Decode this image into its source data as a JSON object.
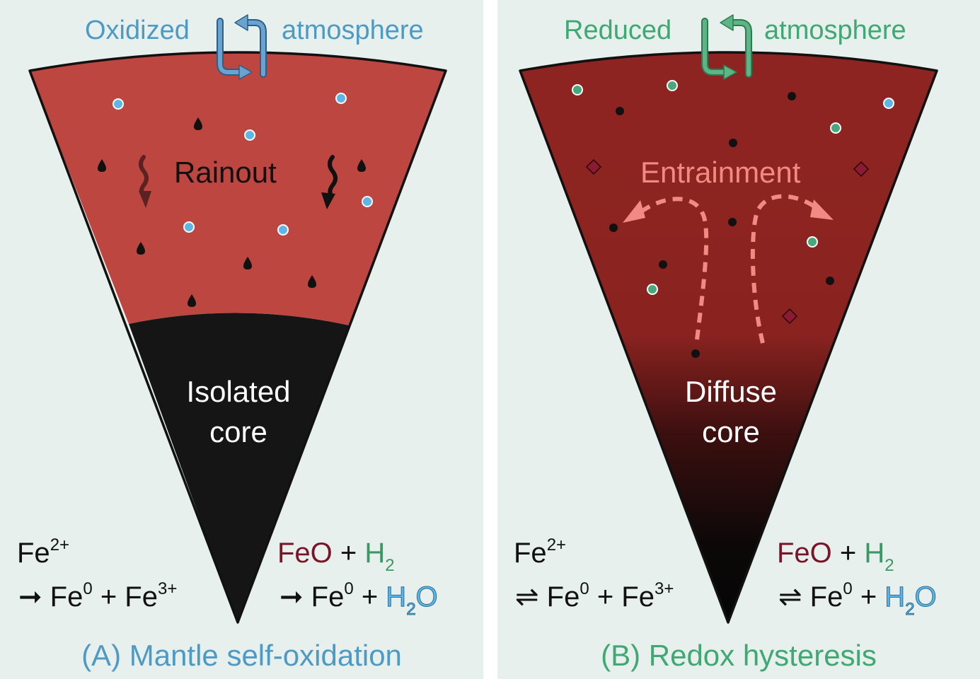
{
  "colors": {
    "panel_bg": "#e7f0ed",
    "oxidized_mantle": "#bd4740",
    "reduced_mantle": "#8e2421",
    "core": "#151515",
    "fe3_dot": "#5fb6e6",
    "h2_dot": "#4aa77b",
    "ferric_diamond": "#8a1b32",
    "label_blue": "#4d9bc5",
    "label_green": "#3fa873",
    "entrainment": "#f08a82"
  },
  "panel_a": {
    "atmosphere_left": "Oxidized",
    "atmosphere_right": "atmosphere",
    "process_label": "Rainout",
    "core_line1": "Isolated",
    "core_line2": "core",
    "eq1": {
      "fe": "Fe",
      "fe_sup": "2+",
      "arrow": "➞",
      "fe0": "Fe",
      "fe0_sup": "0",
      "plus": "+",
      "fe3": "Fe",
      "fe3_sup": "3+"
    },
    "eq2": {
      "feo": "FeO",
      "plus": "+",
      "h": "H",
      "h_sub": "2",
      "arrow": "➞",
      "fe0": "Fe",
      "fe0_sup": "0",
      "plus2": "+",
      "h2o_h": "H",
      "h2o_sub": "2",
      "h2o_o": "O"
    },
    "caption": "(A) Mantle self-oxidation",
    "icons": [
      "redox-cycle-arrows-icon",
      "raindrop-icon",
      "wavy-down-arrow-icon"
    ]
  },
  "panel_b": {
    "atmosphere_left": "Reduced",
    "atmosphere_right": "atmosphere",
    "process_label": "Entrainment",
    "core_line1": "Diffuse",
    "core_line2": "core",
    "eq1": {
      "fe": "Fe",
      "fe_sup": "2+",
      "arrow": "⇌",
      "fe0": "Fe",
      "fe0_sup": "0",
      "plus": "+",
      "fe3": "Fe",
      "fe3_sup": "3+"
    },
    "eq2": {
      "feo": "FeO",
      "plus": "+",
      "h": "H",
      "h_sub": "2",
      "arrow": "⇌",
      "fe0": "Fe",
      "fe0_sup": "0",
      "plus2": "+",
      "h2o_h": "H",
      "h2o_sub": "2",
      "h2o_o": "O"
    },
    "caption": "(B) Redox hysteresis",
    "icons": [
      "redox-cycle-arrows-icon",
      "dashed-curved-arrow-icon",
      "diamond-icon"
    ]
  }
}
